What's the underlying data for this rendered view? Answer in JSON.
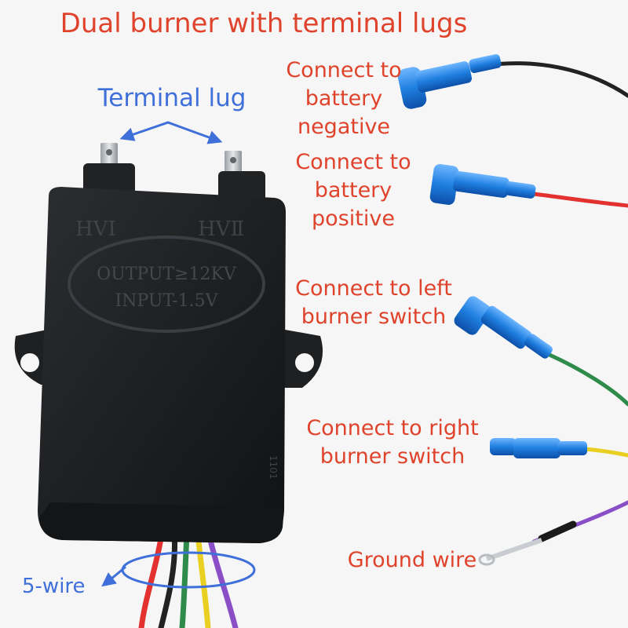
{
  "title": "Dual burner with terminal lugs",
  "labels": {
    "terminal_lug": "Terminal lug",
    "battery_negative": "Connect to battery negative",
    "battery_positive": "Connect to battery positive",
    "left_burner": "Connect to left burner switch",
    "right_burner": "Connect to right burner switch",
    "ground": "Ground wire",
    "five_wire": "5-wire"
  },
  "device": {
    "terminal_left": "HVⅠ",
    "terminal_right": "HVⅡ",
    "output_rating": "OUTPUT≥12KV",
    "input_rating": "INPUT-1.5V",
    "side_mark": "1101"
  },
  "colors": {
    "label_red": "#e0432b",
    "label_blue": "#3f6fd8",
    "housing": "#1c1e20",
    "connector_blue": "#1f7fe0",
    "wire_black": "#222222",
    "wire_red": "#e2312f",
    "wire_green": "#2e8b4a",
    "wire_yellow": "#e9cf21",
    "wire_purple": "#8a4fc6"
  }
}
